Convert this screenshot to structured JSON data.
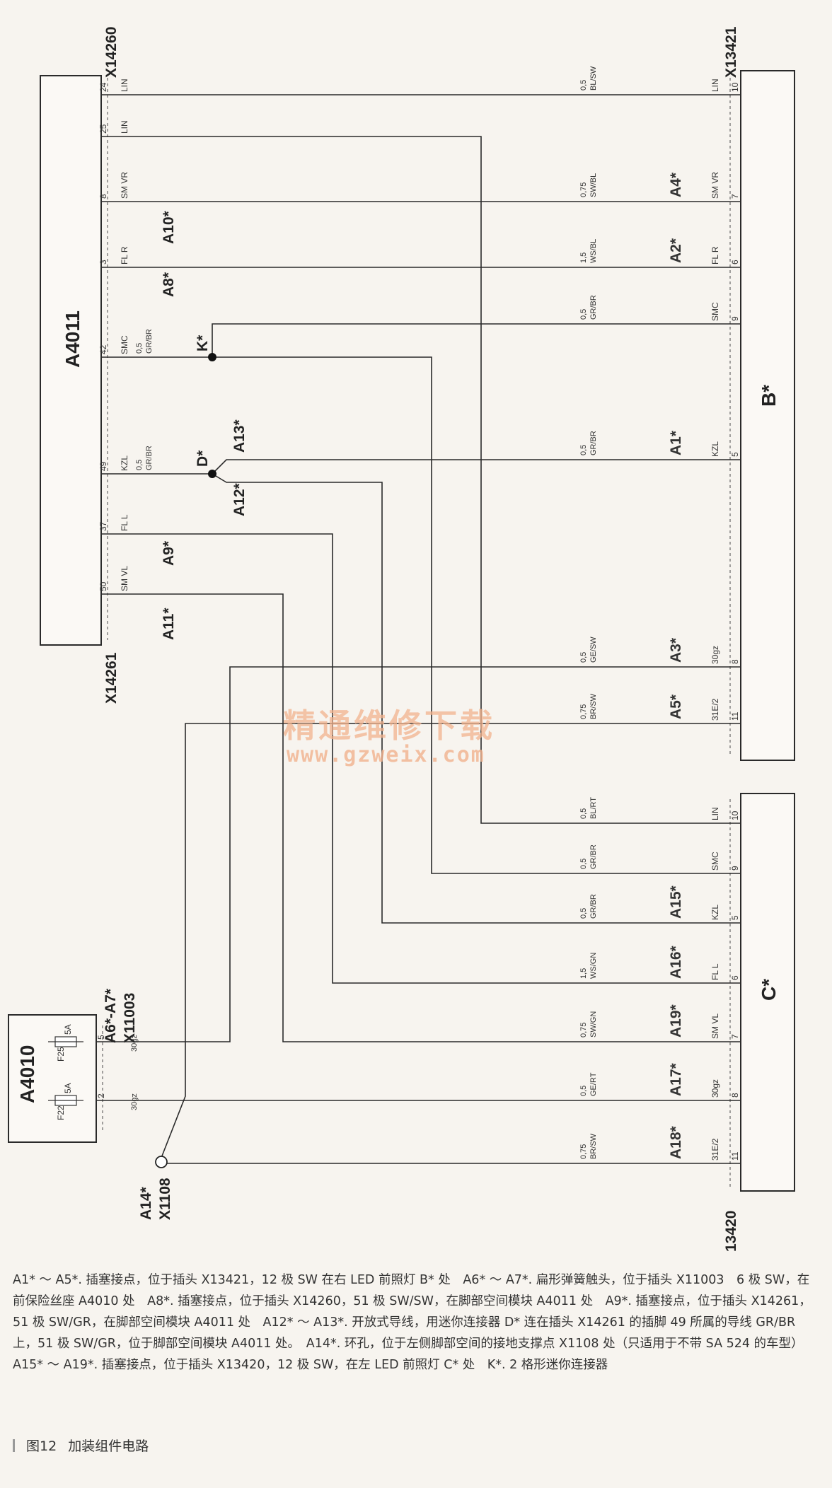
{
  "components": {
    "a4011": "A4011",
    "b": "B*",
    "c": "C*",
    "a4010": "A4010"
  },
  "connectors": {
    "x14260": "X14260",
    "x13421": "X13421",
    "x14261": "X14261",
    "a6_a7": "A6*-A7*",
    "x11003": "X11003",
    "a14": "A14*",
    "x1108": "X1108",
    "x13420": "13420"
  },
  "splice_points": {
    "k": "K*",
    "d": "D*"
  },
  "fuses": [
    {
      "name": "F25",
      "rating": "5A",
      "pin": "5",
      "term": "30gz"
    },
    {
      "name": "F22",
      "rating": "5A",
      "pin": "2",
      "term": "30gz"
    }
  ],
  "a4011_pins": [
    {
      "pin": "24",
      "signal": "LIN"
    },
    {
      "pin": "25",
      "signal": "LIN"
    },
    {
      "pin": "8",
      "signal": "SM VR"
    },
    {
      "pin": "3",
      "signal": "FL R"
    },
    {
      "pin": "42",
      "signal": "SMC"
    },
    {
      "pin": "49",
      "signal": "KZL"
    },
    {
      "pin": "37",
      "signal": "FL L"
    },
    {
      "pin": "50",
      "signal": "SM VL"
    }
  ],
  "b_pins": [
    {
      "pin": "10",
      "signal": "LIN",
      "wire": "0,5",
      "color": "BL/SW",
      "label": ""
    },
    {
      "pin": "7",
      "signal": "SM VR",
      "wire": "0,75",
      "color": "SW/BL",
      "label": "A4*"
    },
    {
      "pin": "6",
      "signal": "FL R",
      "wire": "1,5",
      "color": "WS/BL",
      "label": "A2*"
    },
    {
      "pin": "9",
      "signal": "SMC",
      "wire": "0,5",
      "color": "GR/BR",
      "label": ""
    },
    {
      "pin": "5",
      "signal": "KZL",
      "wire": "0,5",
      "color": "GR/BR",
      "label": "A1*"
    },
    {
      "pin": "8",
      "signal": "30gz",
      "wire": "0,5",
      "color": "GE/SW",
      "label": "A3*"
    },
    {
      "pin": "11",
      "signal": "31E/2",
      "wire": "0,75",
      "color": "BR/SW",
      "label": "A5*"
    }
  ],
  "c_pins": [
    {
      "pin": "10",
      "signal": "LIN",
      "wire": "0,5",
      "color": "BL/RT",
      "label": ""
    },
    {
      "pin": "9",
      "signal": "SMC",
      "wire": "0,5",
      "color": "GR/BR",
      "label": ""
    },
    {
      "pin": "5",
      "signal": "KZL",
      "wire": "0,5",
      "color": "GR/BR",
      "label": "A15*"
    },
    {
      "pin": "6",
      "signal": "FL L",
      "wire": "1,5",
      "color": "WS/GN",
      "label": "A16*"
    },
    {
      "pin": "7",
      "signal": "SM VL",
      "wire": "0,75",
      "color": "SW/GN",
      "label": "A19*"
    },
    {
      "pin": "8",
      "signal": "30gz",
      "wire": "0,5",
      "color": "GE/RT",
      "label": "A17*"
    },
    {
      "pin": "11",
      "signal": "31E/2",
      "wire": "0,75",
      "color": "BR/SW",
      "label": "A18*"
    }
  ],
  "left_wire_labels": [
    {
      "text": "A10*"
    },
    {
      "text": "A8*"
    },
    {
      "text": "A13*"
    },
    {
      "text": "A12*"
    },
    {
      "text": "A9*"
    },
    {
      "text": "A11*"
    }
  ],
  "a4011_smc_wire": {
    "wire": "0,5",
    "color": "GR/BR"
  },
  "a4011_kzl_wire": {
    "wire": "0,5",
    "color": "GR/BR"
  },
  "watermark": {
    "cn": "精通维修下载",
    "url": "www.gzweix.com"
  },
  "caption": "A1* ～ A5*. 插塞接点，位于插头 X13421，12 极 SW 在右 LED 前照灯 B* 处　A6* ～ A7*. 扁形弹簧触头，位于插头 X11003　6 极 SW，在前保险丝座 A4010 处　A8*. 插塞接点，位于插头 X14260，51 极 SW/SW，在脚部空间模块 A4011 处　A9*. 插塞接点，位于插头 X14261，51 极 SW/GR，在脚部空间模块 A4011 处　A12* ～ A13*. 开放式导线，用迷你连接器 D* 连在插头 X14261 的插脚 49 所属的导线 GR/BR 上，51 极 SW/GR，位于脚部空间模块 A4011 处。　A14*. 环孔，位于左侧脚部空间的接地支撑点 X1108 处（只适用于不带 SA 524 的车型）A15* ～ A19*. 插塞接点，位于插头 X13420，12 极 SW，在左 LED 前照灯 C* 处　K*. 2 格形迷你连接器",
  "figure": {
    "number": "图12",
    "title": "加装组件电路"
  }
}
